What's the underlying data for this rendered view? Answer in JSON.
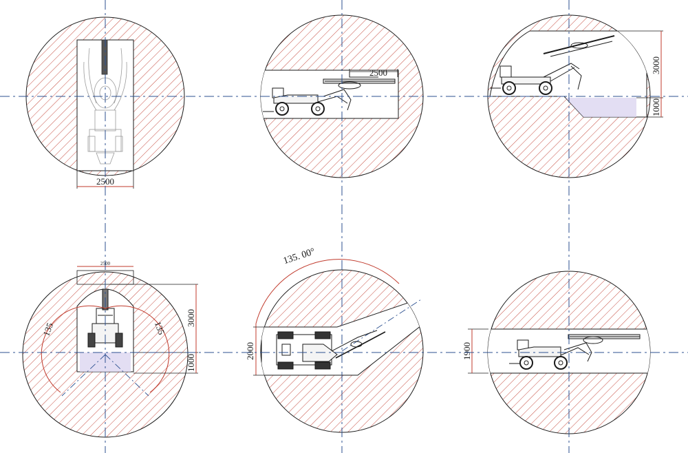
{
  "colors": {
    "hatch": "#c0392b",
    "outline": "#1a1a1a",
    "centerline": "#2b4f8f",
    "dimension": "#c0392b",
    "cleared": "#dcd6f0"
  },
  "dimensions": {
    "width_2500": "2500",
    "height_3000": "3000",
    "height_1000": "1000",
    "height_2000": "2000",
    "height_1900": "1900",
    "angle_135": "135",
    "angle_135_00": "135. 00°"
  }
}
